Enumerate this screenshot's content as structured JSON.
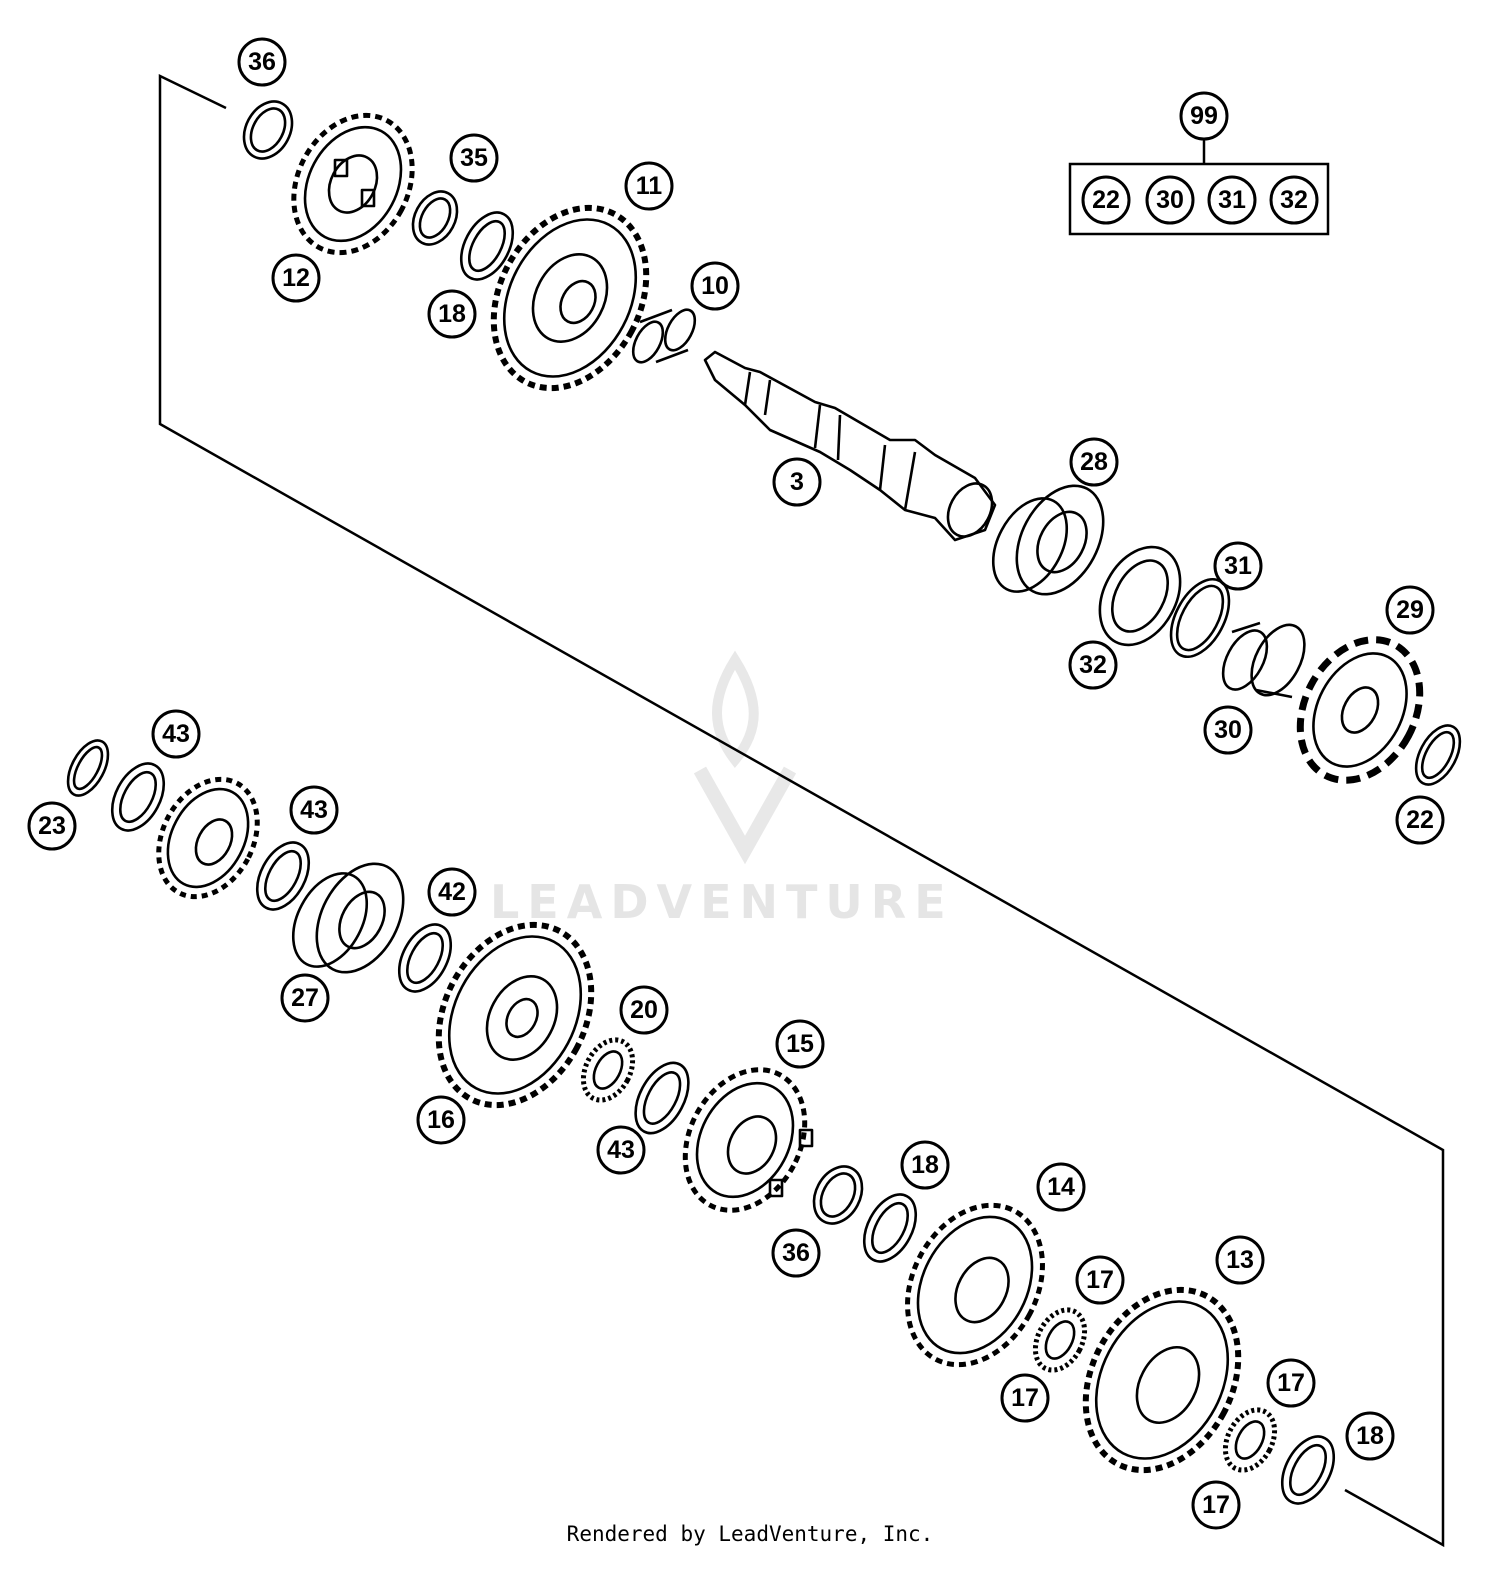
{
  "diagram": {
    "credit": "Rendered by LeadVenture, Inc.",
    "watermark": "LEADVENTURE",
    "kit": {
      "number": "99",
      "contents": [
        "22",
        "30",
        "31",
        "32"
      ]
    },
    "callouts": [
      {
        "id": "36"
      },
      {
        "id": "35"
      },
      {
        "id": "12"
      },
      {
        "id": "18"
      },
      {
        "id": "11"
      },
      {
        "id": "10"
      },
      {
        "id": "3"
      },
      {
        "id": "28"
      },
      {
        "id": "31"
      },
      {
        "id": "32"
      },
      {
        "id": "29"
      },
      {
        "id": "30"
      },
      {
        "id": "22"
      },
      {
        "id": "43"
      },
      {
        "id": "23"
      },
      {
        "id": "43"
      },
      {
        "id": "42"
      },
      {
        "id": "27"
      },
      {
        "id": "20"
      },
      {
        "id": "16"
      },
      {
        "id": "15"
      },
      {
        "id": "43"
      },
      {
        "id": "18"
      },
      {
        "id": "36"
      },
      {
        "id": "14"
      },
      {
        "id": "17"
      },
      {
        "id": "13"
      },
      {
        "id": "17"
      },
      {
        "id": "17"
      },
      {
        "id": "18"
      },
      {
        "id": "17"
      }
    ]
  }
}
